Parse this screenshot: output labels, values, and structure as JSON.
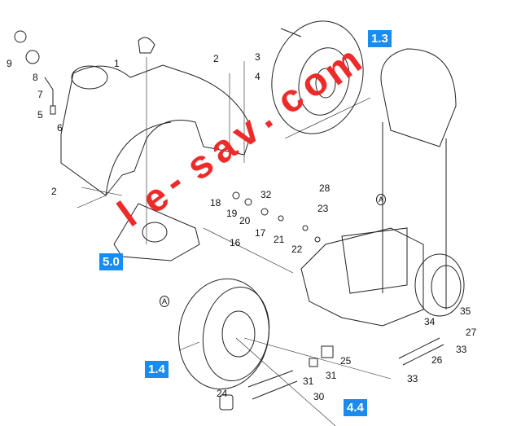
{
  "diagram": {
    "part_numbers": [
      "9",
      "8",
      "7",
      "5",
      "6",
      "1",
      "2",
      "3",
      "4",
      "2",
      "18",
      "19",
      "32",
      "20",
      "17",
      "16",
      "21",
      "22",
      "28",
      "23",
      "35",
      "34",
      "27",
      "33",
      "26",
      "25",
      "31",
      "31",
      "24",
      "30",
      "33"
    ],
    "callouts": [
      "A",
      "A"
    ],
    "section_refs": [
      "1.3",
      "5.0",
      "1.4",
      "4.4"
    ],
    "watermark": "le-sav.com",
    "colors": {
      "badge": "#1a8cf0",
      "watermark": "#ee2b2b"
    }
  }
}
